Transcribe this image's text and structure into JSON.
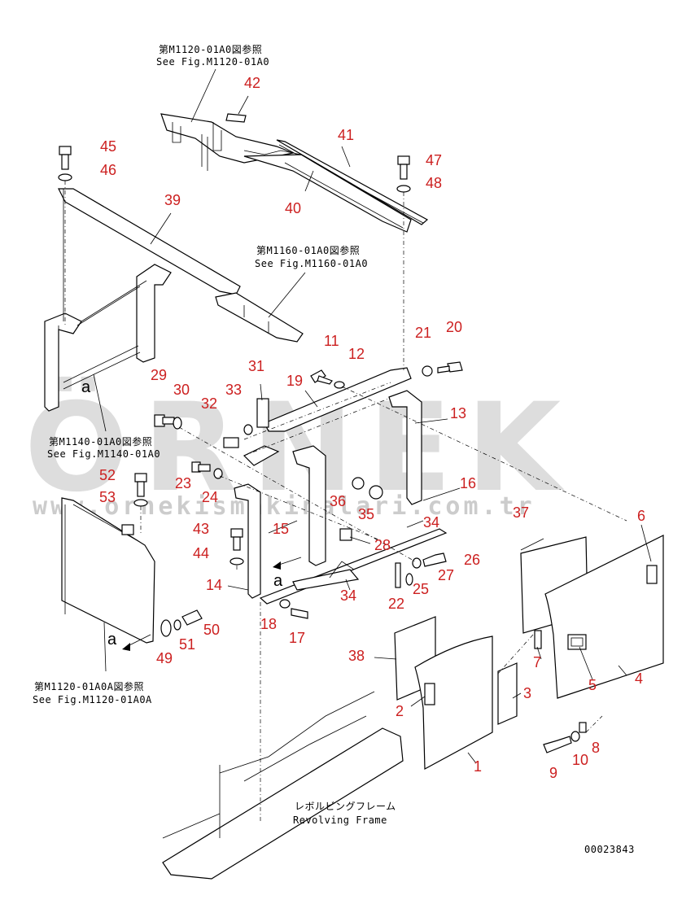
{
  "watermark": {
    "brand": "ÖRNEK",
    "url": "www.ornekismakinalari.com.tr"
  },
  "references": [
    {
      "id": "ref-m1120-01a0",
      "ja": "第M1120-01A0図参照",
      "en": "See Fig.M1120-01A0"
    },
    {
      "id": "ref-m1160-01a0",
      "ja": "第M1160-01A0図参照",
      "en": "See Fig.M1160-01A0"
    },
    {
      "id": "ref-m1140-01a0",
      "ja": "第M1140-01A0図参照",
      "en": "See Fig.M1140-01A0"
    },
    {
      "id": "ref-m1120-01a0a",
      "ja": "第M1120-01A0A図参照",
      "en": "See Fig.M1120-01A0A"
    },
    {
      "id": "ref-revolving-frame",
      "ja": "レボルビングフレーム",
      "en": "Revolving Frame"
    }
  ],
  "view_marks": [
    "a",
    "a",
    "a"
  ],
  "drawing_number": "00023843",
  "part_numbers": [
    "1",
    "2",
    "3",
    "4",
    "5",
    "6",
    "7",
    "8",
    "9",
    "10",
    "11",
    "12",
    "13",
    "14",
    "15",
    "16",
    "17",
    "18",
    "19",
    "20",
    "21",
    "22",
    "23",
    "24",
    "25",
    "26",
    "27",
    "28",
    "29",
    "30",
    "31",
    "32",
    "33",
    "34",
    "34",
    "35",
    "36",
    "37",
    "38",
    "39",
    "40",
    "41",
    "42",
    "43",
    "44",
    "45",
    "46",
    "47",
    "48",
    "49",
    "50",
    "51",
    "52",
    "53"
  ],
  "colors": {
    "callout": "#cc1f1f",
    "line": "#000000",
    "watermark": "#d2d2d2"
  }
}
